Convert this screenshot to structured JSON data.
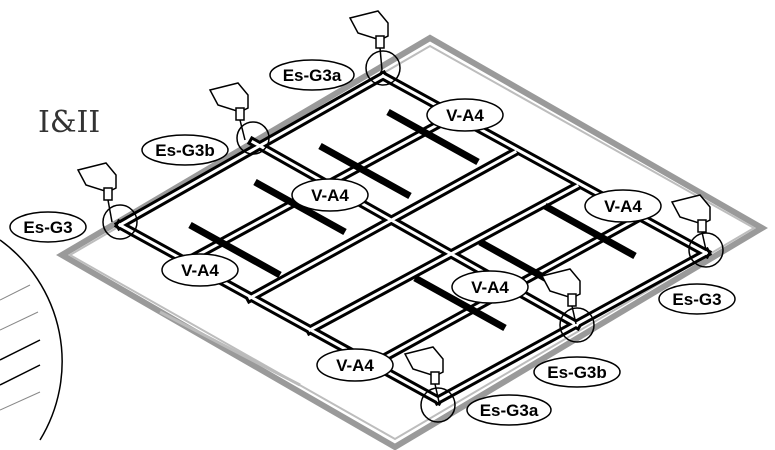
{
  "step_title": "I&II",
  "labels": {
    "es_g3a_top": "Es-G3a",
    "es_g3b_left": "Es-G3b",
    "es_g3_left": "Es-G3",
    "va4_top_right": "V-A4",
    "va4_center": "V-A4",
    "va4_right": "V-A4",
    "va4_left": "V-A4",
    "va4_mid_low": "V-A4",
    "va4_bottom": "V-A4",
    "es_g3_right": "Es-G3",
    "es_g3b_right": "Es-G3b",
    "es_g3a_bottom": "Es-G3a"
  },
  "colors": {
    "line": "#000000",
    "frame": "#9a9a9a",
    "bg": "#ffffff"
  }
}
